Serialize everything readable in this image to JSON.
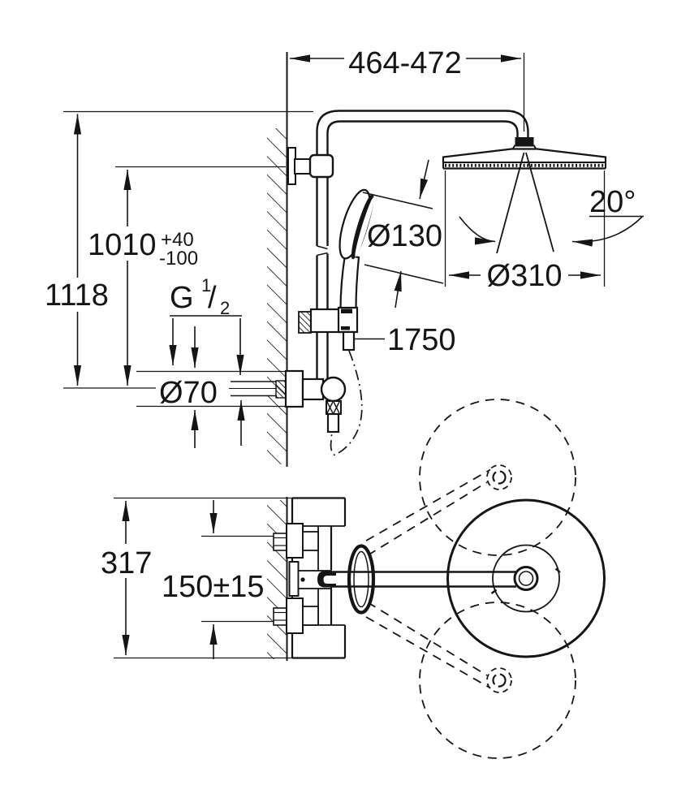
{
  "drawing": {
    "kind": "shower-system-technical-dimension-drawing",
    "colors": {
      "ink": "#151515",
      "background": "#ffffff"
    }
  },
  "dims": {
    "arm_reach": "464-472",
    "overall_height": "1118",
    "bracket_height": "1010",
    "tol_plus": "+40",
    "tol_minus": "-100",
    "thread_g": "G",
    "thread_num": "1",
    "thread_slash": "/",
    "thread_den": "2",
    "escutcheon_dia": "Ø70",
    "hand_shower_dia": "Ø130",
    "hose_length": "1750",
    "swivel_angle": "20°",
    "head_dia": "Ø310",
    "body_height": "317",
    "connection_spacing": "150±15"
  }
}
